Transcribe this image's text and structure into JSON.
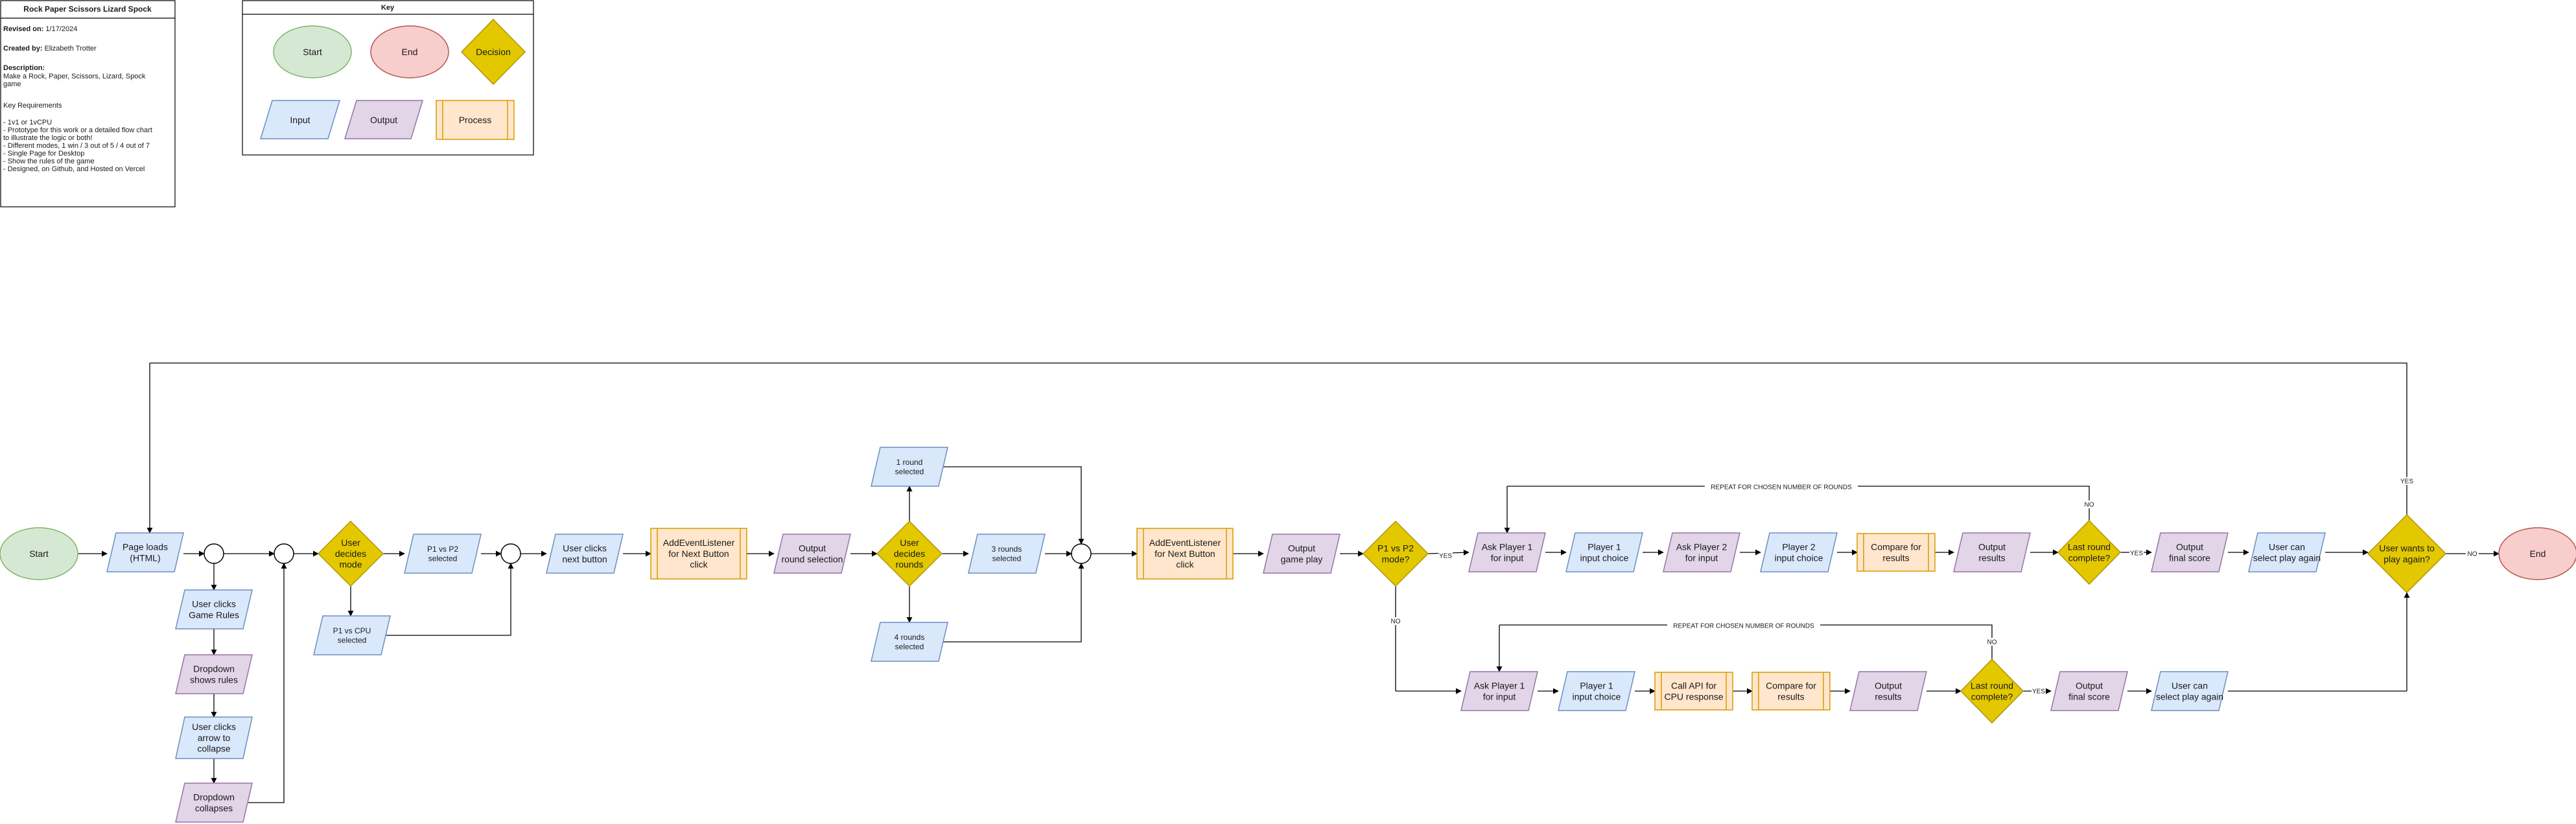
{
  "info_box": {
    "title": "Rock Paper Scissors Lizard Spock",
    "revised_label": "Revised on:",
    "revised_value": "1/17/2024",
    "created_label": "Created by:",
    "created_value": "Elizabeth Trotter",
    "description_label": "Description:",
    "description_lines": [
      "Make a Rock, Paper, Scissors, Lizard, Spock",
      "game"
    ],
    "requirements_title": "Key Requirements",
    "requirements_lines": [
      "- 1v1 or 1vCPU",
      "- Prototype for this work or a detailed flow chart",
      "to illustrate the logic or both!",
      "- Different modes, 1 win / 3 out of 5 / 4 out of 7",
      "- Single Page for Desktop",
      "- Show the rules of the game",
      "- Designed, on Github, and Hosted on Vercel"
    ]
  },
  "key_box": {
    "title": "Key",
    "items": {
      "start": "Start",
      "end": "End",
      "decision": "Decision",
      "input": "Input",
      "output": "Output",
      "process": "Process"
    }
  },
  "colors": {
    "start_fill": "#d5e8d4",
    "start_stroke": "#82b366",
    "end_fill": "#f8cecc",
    "end_stroke": "#b85450",
    "decision_fill": "#e3c800",
    "decision_stroke": "#b09500",
    "input_fill": "#dae8fc",
    "input_stroke": "#6c8ebf",
    "output_fill": "#e1d5e7",
    "output_stroke": "#9673a6",
    "process_fill": "#ffe6cc",
    "process_stroke": "#d79b00"
  },
  "nodes": {
    "start": "Start",
    "page_loads": [
      "Page loads",
      "(HTML)"
    ],
    "user_clicks_rules": [
      "User clicks",
      "Game Rules"
    ],
    "dropdown_shows": [
      "Dropdown",
      "shows rules"
    ],
    "user_clicks_arrow": [
      "User clicks",
      "arrow to",
      "collapse"
    ],
    "dropdown_collapses": [
      "Dropdown",
      "collapses"
    ],
    "user_decides_mode": [
      "User",
      "decides",
      "mode"
    ],
    "p1_vs_p2_selected": [
      "P1 vs P2",
      "selected"
    ],
    "p1_vs_cpu_selected": [
      "P1 vs CPU",
      "selected"
    ],
    "user_clicks_next": [
      "User clicks",
      "next button"
    ],
    "add_listener_1": [
      "AddEventListener",
      "for Next Button",
      "click"
    ],
    "output_round_selection": [
      "Output",
      "round selection"
    ],
    "user_decides_rounds": [
      "User",
      "decides",
      "rounds"
    ],
    "one_round": [
      "1 round",
      "selected"
    ],
    "three_rounds": [
      "3 rounds",
      "selected"
    ],
    "four_rounds": [
      "4 rounds",
      "selected"
    ],
    "add_listener_2": [
      "AddEventListener",
      "for Next Button",
      "click"
    ],
    "output_game_play": [
      "Output",
      "game play"
    ],
    "p1_vs_p2_mode": [
      "P1 vs P2",
      "mode?"
    ],
    "ask_p1_top": [
      "Ask Player 1",
      "for input"
    ],
    "p1_choice_top": [
      "Player 1",
      "input choice"
    ],
    "ask_p2_top": [
      "Ask Player 2",
      "for input"
    ],
    "p2_choice_top": [
      "Player 2",
      "input choice"
    ],
    "compare_top": [
      "Compare for",
      "results"
    ],
    "output_results_top": [
      "Output",
      "results"
    ],
    "last_round_top": [
      "Last round",
      "complete?"
    ],
    "final_score_top": [
      "Output",
      "final score"
    ],
    "play_again_top": [
      "User can",
      "select play again"
    ],
    "ask_p1_bottom": [
      "Ask Player 1",
      "for input"
    ],
    "p1_choice_bottom": [
      "Player 1",
      "input choice"
    ],
    "call_api": [
      "Call API for",
      "CPU response"
    ],
    "compare_bottom": [
      "Compare for",
      "results"
    ],
    "output_results_bottom": [
      "Output",
      "results"
    ],
    "last_round_bottom": [
      "Last round",
      "complete?"
    ],
    "final_score_bottom": [
      "Output",
      "final score"
    ],
    "play_again_bottom": [
      "User can",
      "select play again"
    ],
    "user_wants_again": [
      "User wants to",
      "play again?"
    ],
    "end": "End"
  },
  "edge_labels": {
    "yes": "YES",
    "no": "NO",
    "repeat": "REPEAT FOR CHOSEN NUMBER OF ROUNDS"
  }
}
